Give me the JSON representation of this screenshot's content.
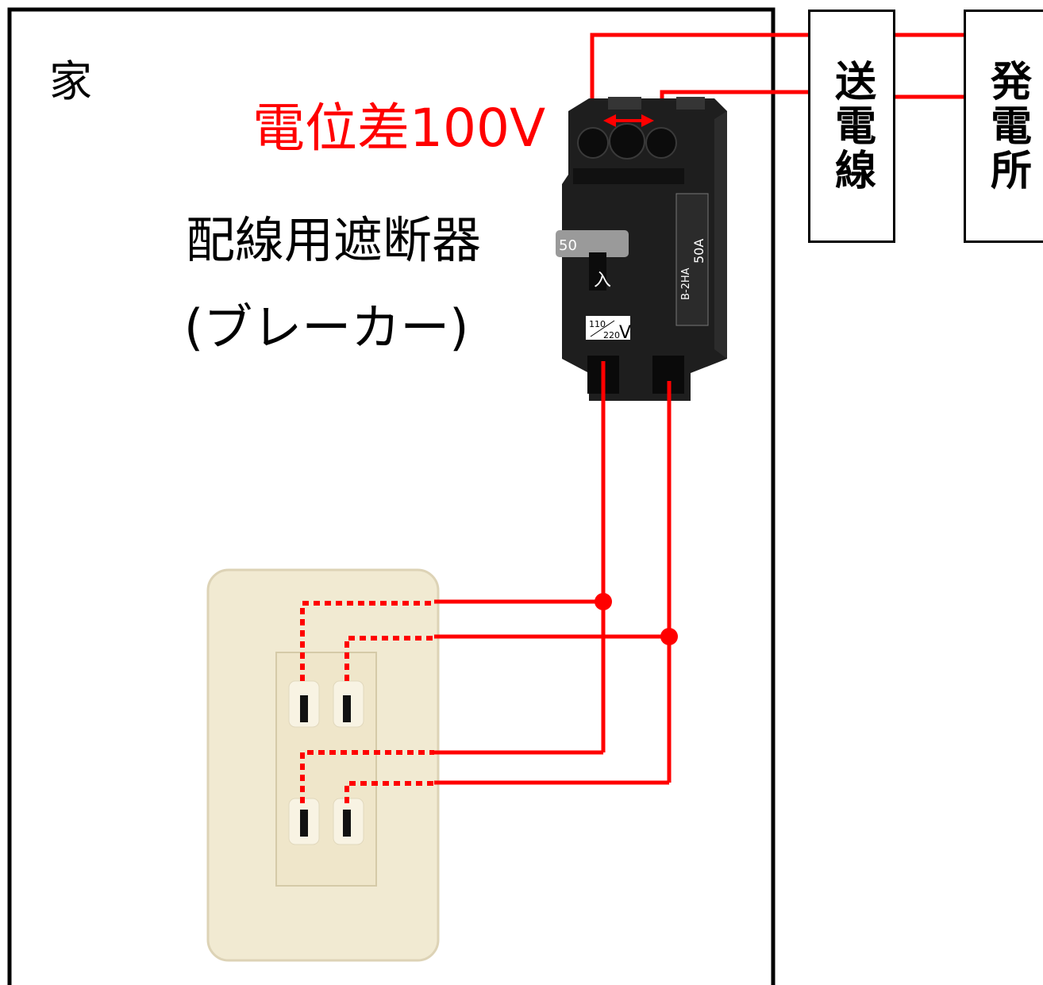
{
  "house": {
    "label": "家"
  },
  "voltage": {
    "label": "電位差100V"
  },
  "breaker": {
    "name": "配線用遮断器",
    "alias": "(ブレーカー)",
    "handle_mark": "50",
    "handle_state": "入",
    "rating_top": "110",
    "rating_bottom": "220",
    "rating_unit": "V",
    "model": "B-2HA",
    "current": "50A"
  },
  "transmission_line": {
    "label": "送電線"
  },
  "power_plant": {
    "label": "発電所"
  },
  "colors": {
    "wire": "#ff0000",
    "frame": "#000000",
    "breaker_body": "#1e1e1e",
    "outlet_plate": "#f1ead2"
  }
}
